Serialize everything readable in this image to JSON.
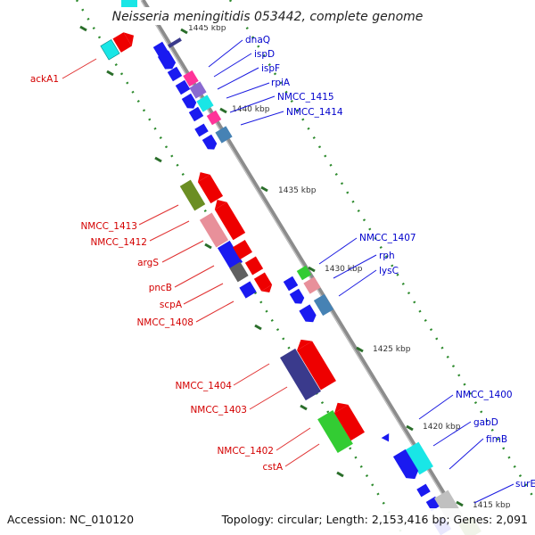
{
  "title": "Neisseria meningitidis 053442, complete genome",
  "footer": {
    "accession": "Accession: NC_010120",
    "summary": "Topology: circular; Length: 2,153,416 bp; Genes: 2,091"
  },
  "ticks": [
    "1445 kbp",
    "1440 kbp",
    "1435 kbp",
    "1430 kbp",
    "1425 kbp",
    "1420 kbp",
    "1415 kbp"
  ],
  "colors": {
    "forward_label": "#d40000",
    "reverse_label": "#0000cc",
    "backbone": "#8c8c8c",
    "dots": "#2e8b2e",
    "gene_red": "#ee0000",
    "gene_blue": "#1a1af0",
    "gene_cyan": "#19e6e6",
    "gene_green": "#33cc33",
    "gene_olive": "#6b8e23",
    "gene_navy": "#3a3a8c",
    "gene_pink": "#e8909a",
    "gene_magenta": "#ff3399",
    "gene_purple": "#8a6ad0",
    "gene_gray": "#606060",
    "gene_steel": "#4682b4"
  },
  "left_labels": [
    "ackA1",
    "NMCC_1413",
    "NMCC_1412",
    "argS",
    "pncB",
    "scpA",
    "NMCC_1408",
    "NMCC_1404",
    "NMCC_1403",
    "NMCC_1402",
    "cstA"
  ],
  "right_labels": [
    "dnaQ",
    "ispD",
    "ispF",
    "rpiA",
    "NMCC_1415",
    "NMCC_1414",
    "NMCC_1407",
    "rph",
    "lysC",
    "NMCC_1400",
    "gabD",
    "fimB",
    "surE"
  ]
}
